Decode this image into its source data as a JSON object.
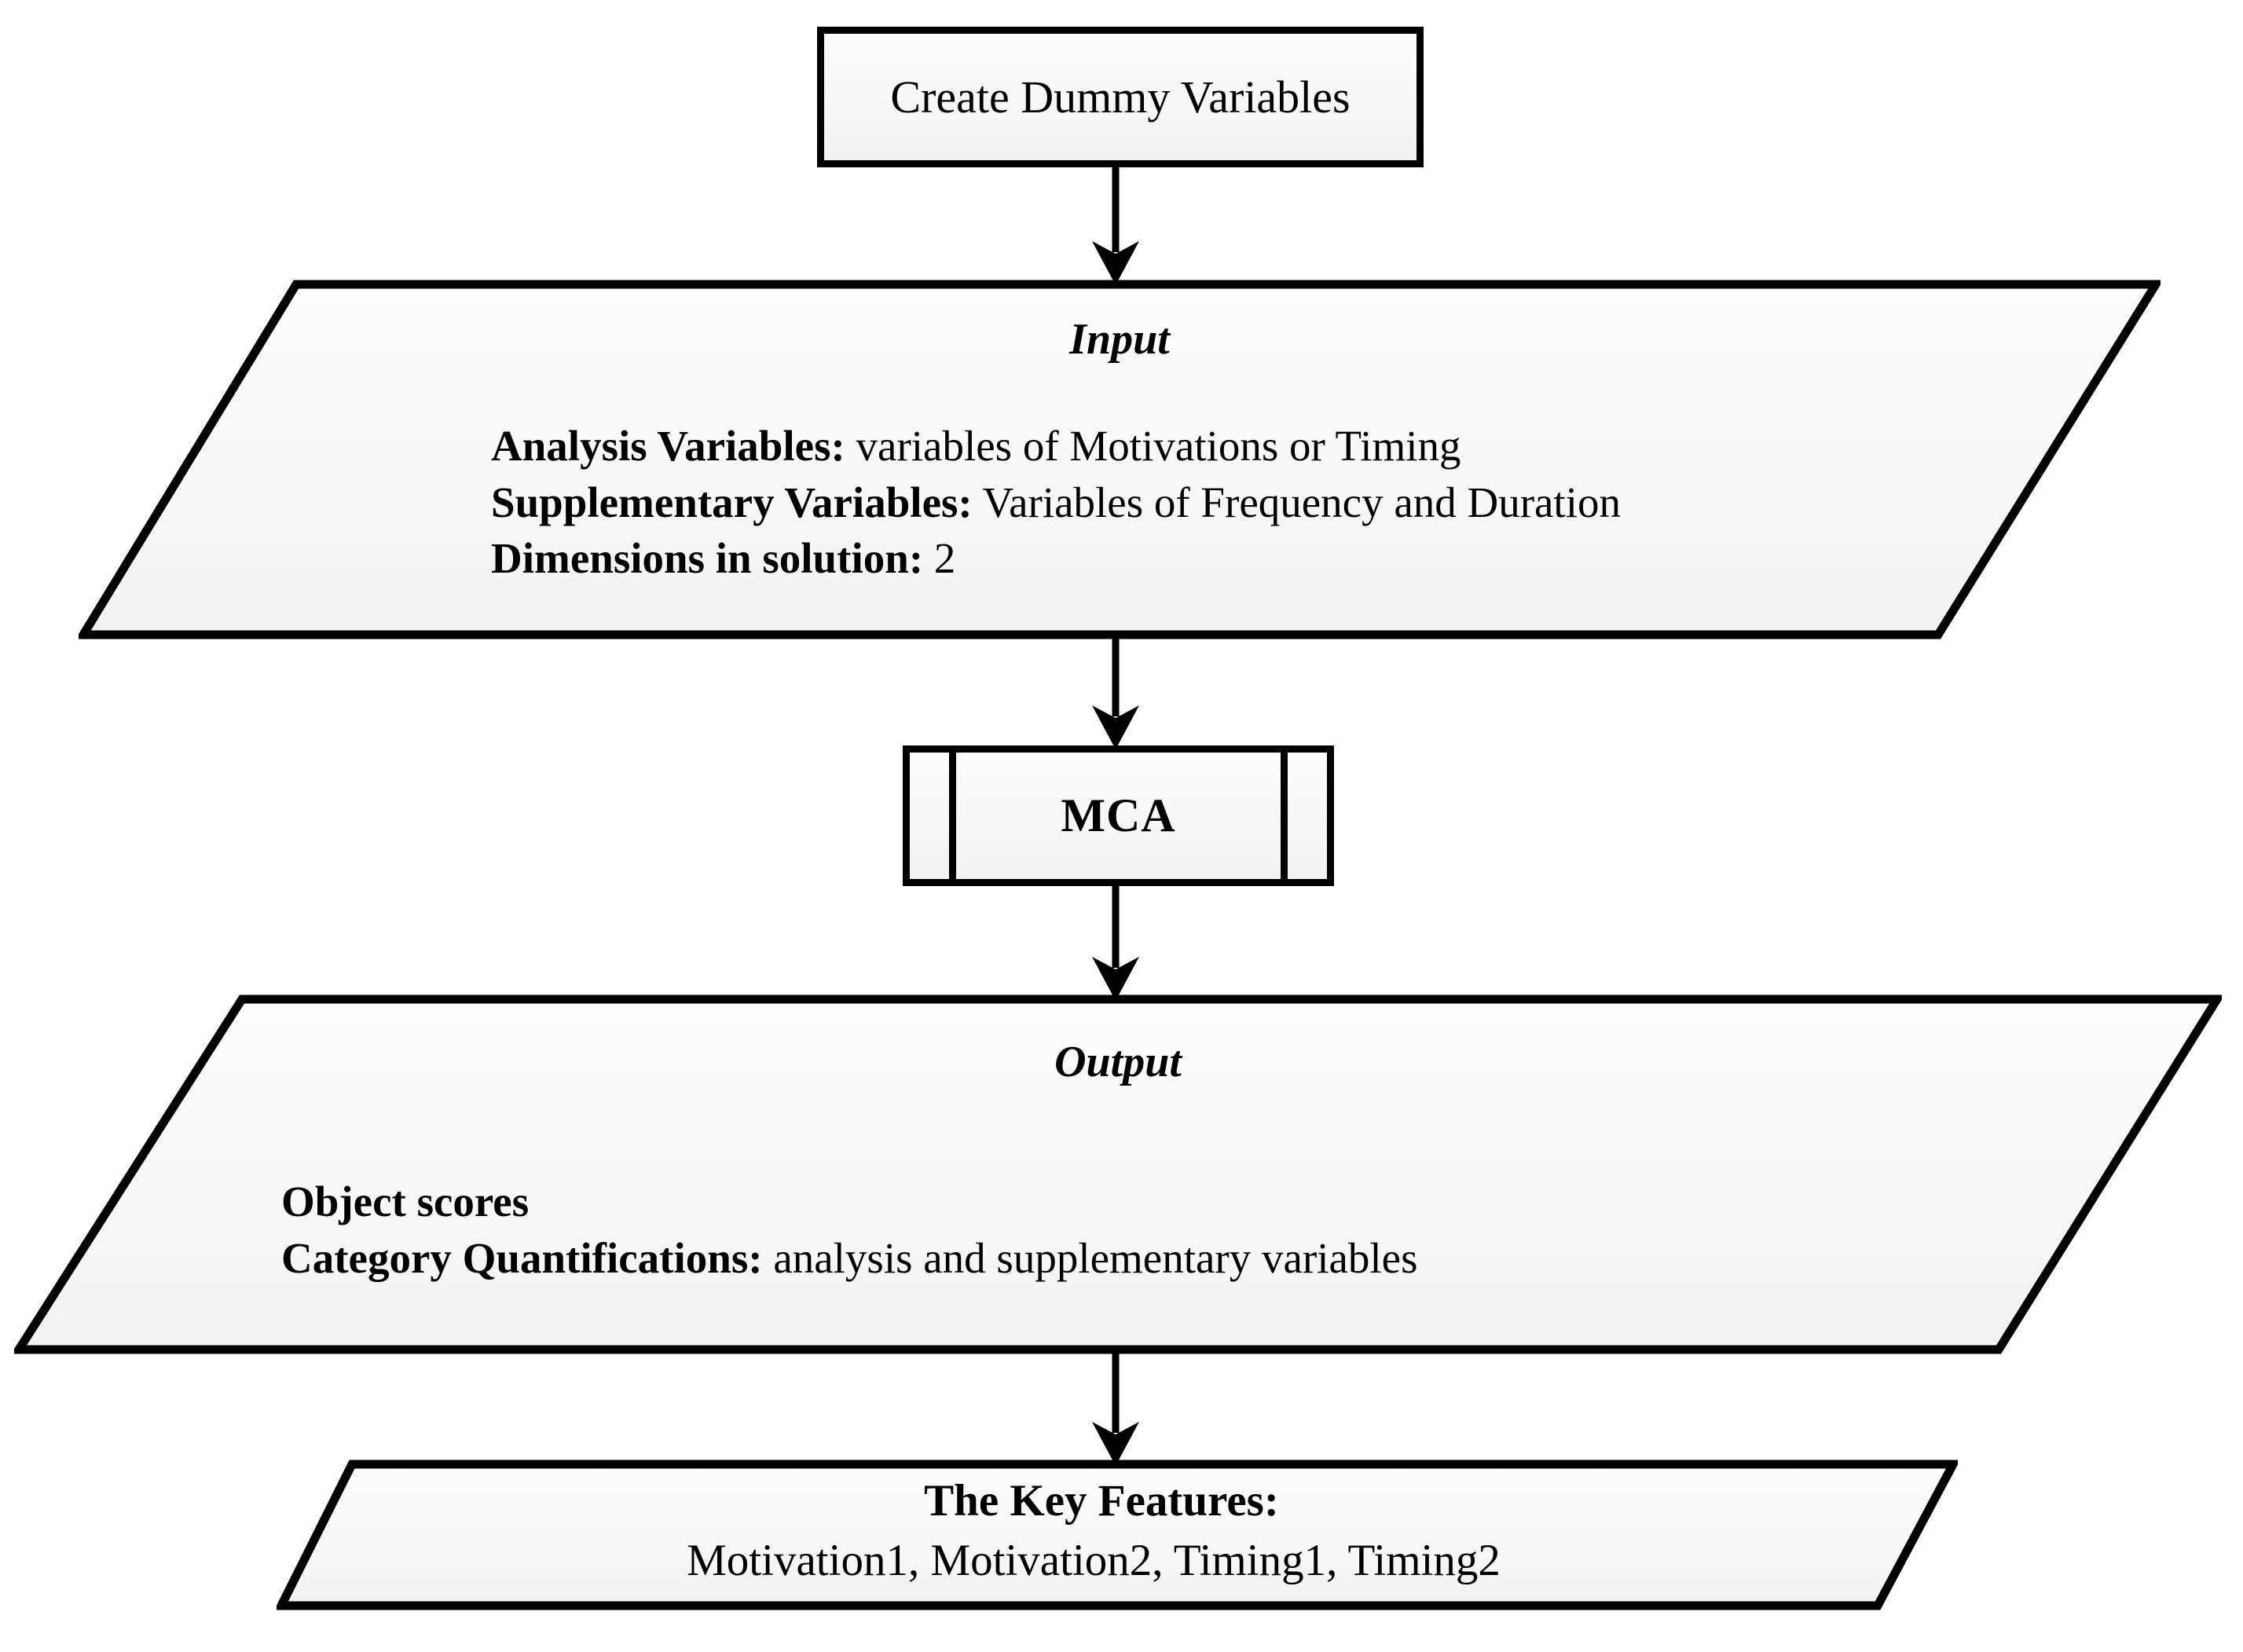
{
  "diagram": {
    "title_hidden": "",
    "nodes": {
      "create_dummy": {
        "label": "Create Dummy Variables",
        "shape": "process"
      },
      "input": {
        "heading": "Input",
        "lines": [
          {
            "bold": "Analysis Variables:",
            "rest": " variables of Motivations or Timing"
          },
          {
            "bold": "Supplementary Variables:",
            "rest": " Variables of Frequency and Duration"
          },
          {
            "bold": "Dimensions in solution:",
            "rest": " 2"
          }
        ],
        "shape": "data-parallelogram"
      },
      "mca": {
        "label": "MCA",
        "shape": "predefined-process"
      },
      "output": {
        "heading": "Output",
        "lines": [
          {
            "bold": "Object scores",
            "rest": ""
          },
          {
            "bold": "Category Quantifications:",
            "rest": " analysis and supplementary variables"
          }
        ],
        "shape": "data-parallelogram"
      },
      "key_features": {
        "heading": "The Key Features:",
        "list": "Motivation1, Motivation2, Timing1, Timing2",
        "shape": "data-parallelogram"
      }
    },
    "edges": [
      {
        "from": "create_dummy",
        "to": "input",
        "arrow": "down"
      },
      {
        "from": "input",
        "to": "mca",
        "arrow": "down"
      },
      {
        "from": "mca",
        "to": "output",
        "arrow": "down"
      },
      {
        "from": "output",
        "to": "key_features",
        "arrow": "down"
      }
    ],
    "colors": {
      "stroke": "#000000",
      "fill_top": "#fcfcfc",
      "fill_bottom": "#f2f2f2",
      "background": "#ffffff",
      "text": "#000000"
    }
  }
}
